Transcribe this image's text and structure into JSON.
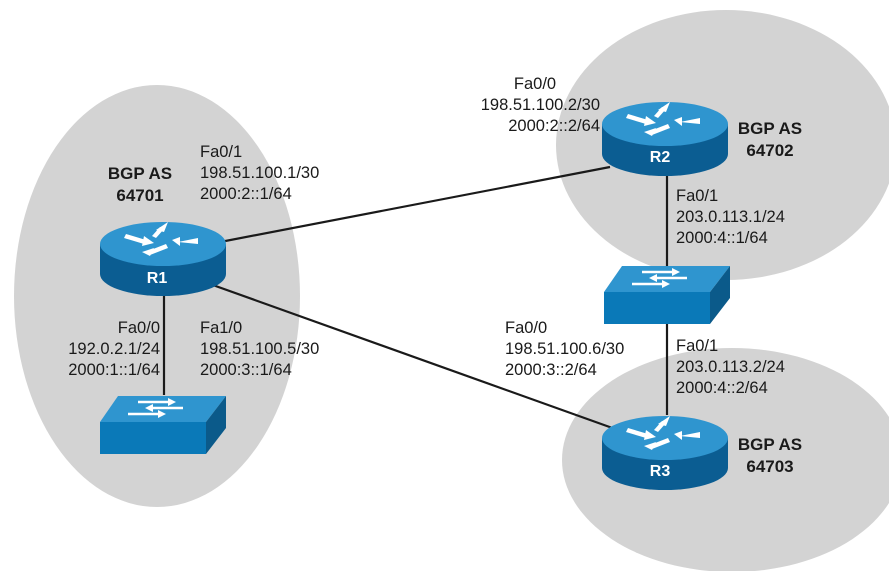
{
  "colors": {
    "cloud": "#d3d3d3",
    "device_blue": "#0a79b8",
    "device_dark": "#0b5a8a",
    "device_top": "#3a9fd6",
    "link": "#1a1a1a"
  },
  "as_labels": {
    "as64701": {
      "line1": "BGP AS",
      "line2": "64701"
    },
    "as64702": {
      "line1": "BGP AS",
      "line2": "64702"
    },
    "as64703": {
      "line1": "BGP AS",
      "line2": "64703"
    }
  },
  "routers": {
    "r1": {
      "name": "R1",
      "icon": "router-icon"
    },
    "r2": {
      "name": "R2",
      "icon": "router-icon"
    },
    "r3": {
      "name": "R3",
      "icon": "router-icon"
    }
  },
  "switches": {
    "sw1": {
      "icon": "switch-icon"
    },
    "sw2": {
      "icon": "switch-icon"
    }
  },
  "interfaces": {
    "r1_fa01": {
      "name": "Fa0/1",
      "ipv4": "198.51.100.1/30",
      "ipv6": "2000:2::1/64"
    },
    "r1_fa00": {
      "name": "Fa0/0",
      "ipv4": "192.0.2.1/24",
      "ipv6": "2000:1::1/64"
    },
    "r1_fa10": {
      "name": "Fa1/0",
      "ipv4": "198.51.100.5/30",
      "ipv6": "2000:3::1/64"
    },
    "r2_fa00": {
      "name": "Fa0/0",
      "ipv4": "198.51.100.2/30",
      "ipv6": "2000:2::2/64"
    },
    "r2_fa01": {
      "name": "Fa0/1",
      "ipv4": "203.0.113.1/24",
      "ipv6": "2000:4::1/64"
    },
    "r3_fa00": {
      "name": "Fa0/0",
      "ipv4": "198.51.100.6/30",
      "ipv6": "2000:3::2/64"
    },
    "r3_fa01": {
      "name": "Fa0/1",
      "ipv4": "203.0.113.2/24",
      "ipv6": "2000:4::2/64"
    }
  }
}
